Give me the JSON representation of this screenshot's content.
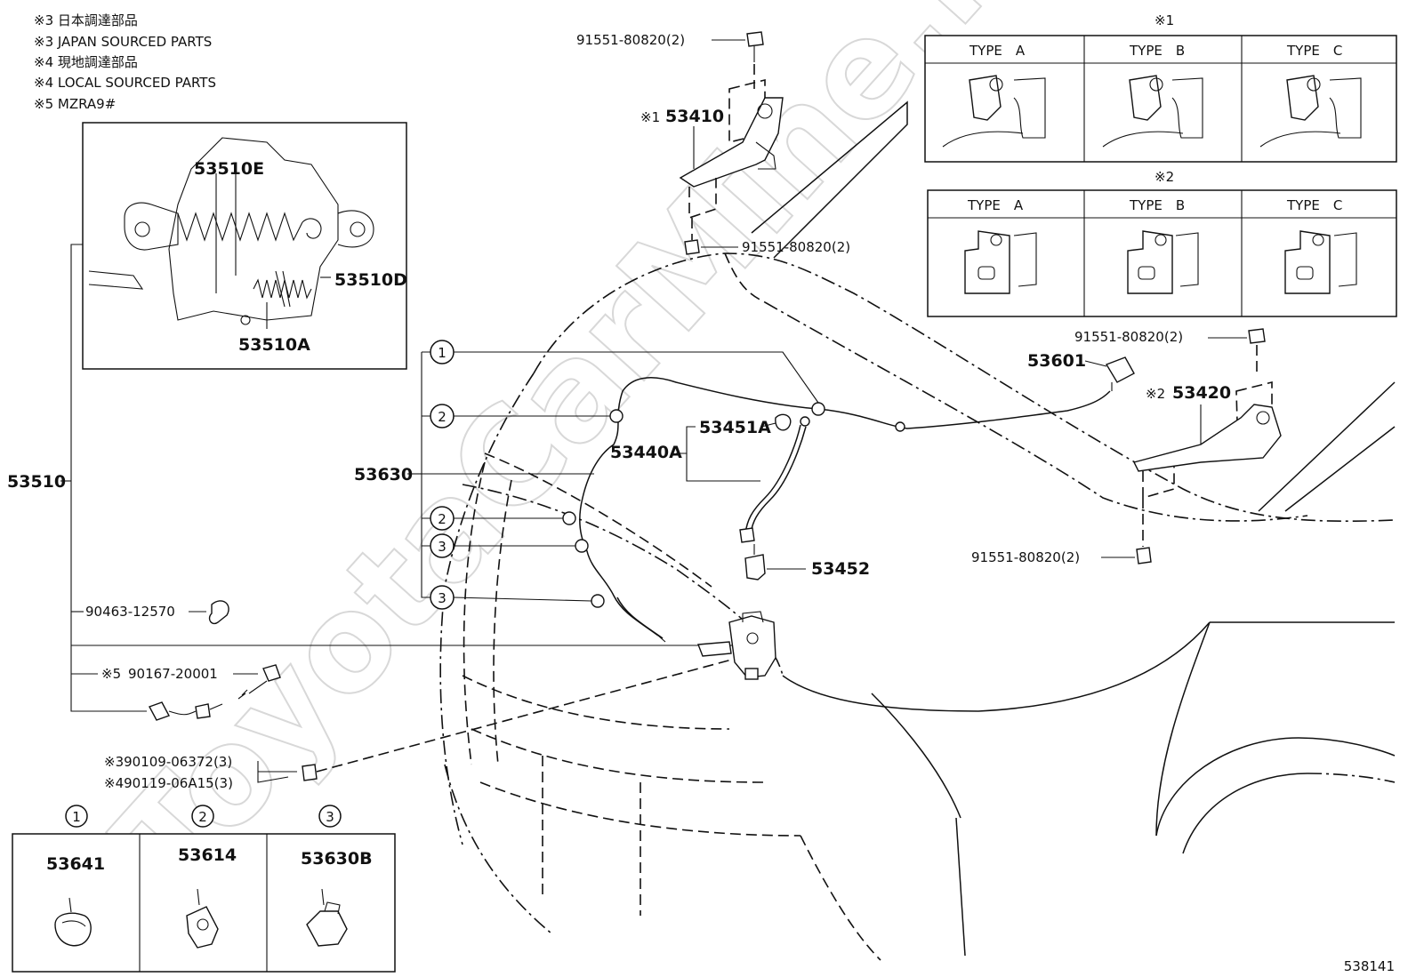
{
  "notes": [
    "※3 日本調達部品",
    "※3 JAPAN SOURCED PARTS",
    "※4 現地調達部品",
    "※4 LOCAL SOURCED PARTS",
    "※5 MZRA9#"
  ],
  "watermark": "ToyotaCarMine.ru",
  "figure_number": "538141",
  "type_tables": [
    {
      "mark": "※1",
      "headers": [
        "TYPE　A",
        "TYPE　B",
        "TYPE　C"
      ]
    },
    {
      "mark": "※2",
      "headers": [
        "TYPE　A",
        "TYPE　B",
        "TYPE　C"
      ]
    }
  ],
  "inset_labels": {
    "spring_e": "53510E",
    "spring_d": "53510D",
    "pin_a": "53510A"
  },
  "labels": {
    "lock_assy": "53510",
    "bolt_top": "91551-80820(2)",
    "hinge_lh_mark": "※1",
    "hinge_lh": "53410",
    "bolt_lh_low": "91551-80820(2)",
    "bolt_rh_top": "91551-80820(2)",
    "switch": "53601",
    "hinge_rh_mark": "※2",
    "hinge_rh": "53420",
    "bolt_rh_low": "91551-80820(2)",
    "cable": "53630",
    "support_rod": "53440A",
    "rod_grommet": "53451A",
    "rod_holder": "53452",
    "clamp": "90463-12570",
    "bolt_s5_mark": "※5",
    "bolt_s5": "90167-20001",
    "bolt_s3": "※390109-06372(3)",
    "bolt_s4": "※490119-06A15(3)"
  },
  "callouts": [
    "1",
    "2",
    "2",
    "3",
    "3"
  ],
  "clip_table": [
    {
      "num": "1",
      "part": "53641"
    },
    {
      "num": "2",
      "part": "53614"
    },
    {
      "num": "3",
      "part": "53630B"
    }
  ]
}
